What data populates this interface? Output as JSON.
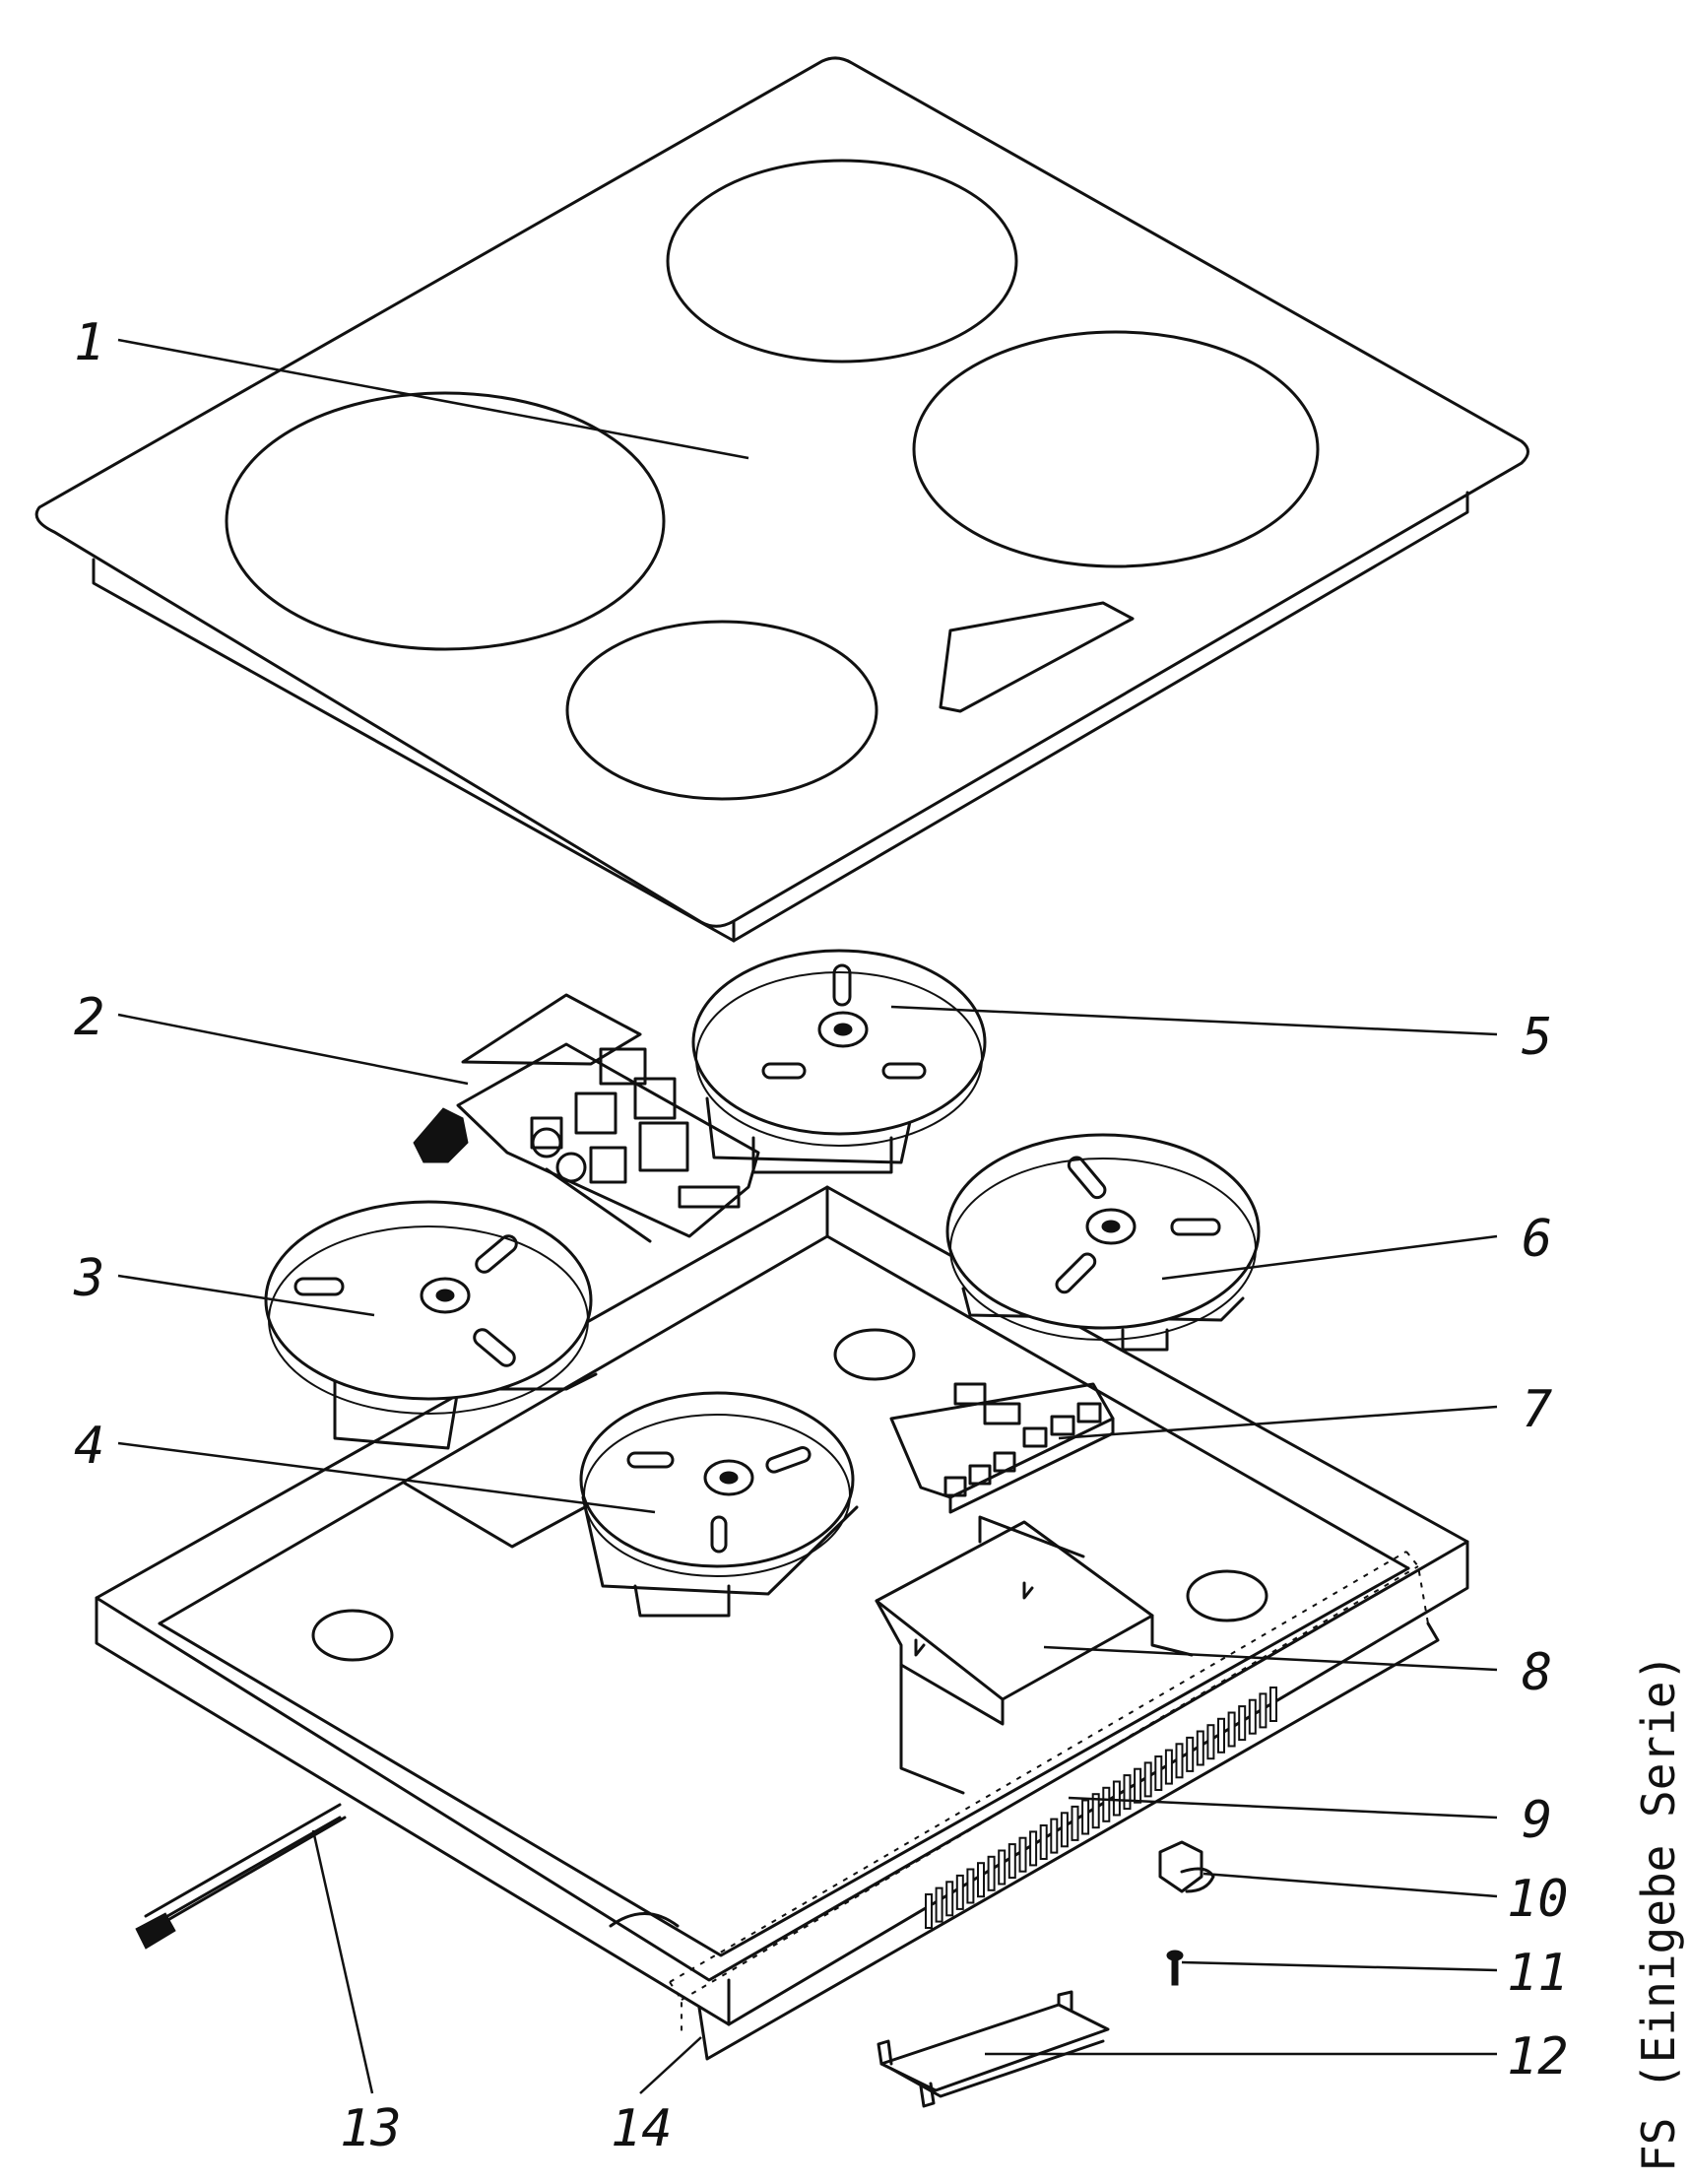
{
  "callouts": [
    "1",
    "2",
    "3",
    "4",
    "5",
    "6",
    "7",
    "8",
    "9",
    "10",
    "11",
    "12",
    "13",
    "14"
  ],
  "side_label": "FS (Einigebe Serie)"
}
